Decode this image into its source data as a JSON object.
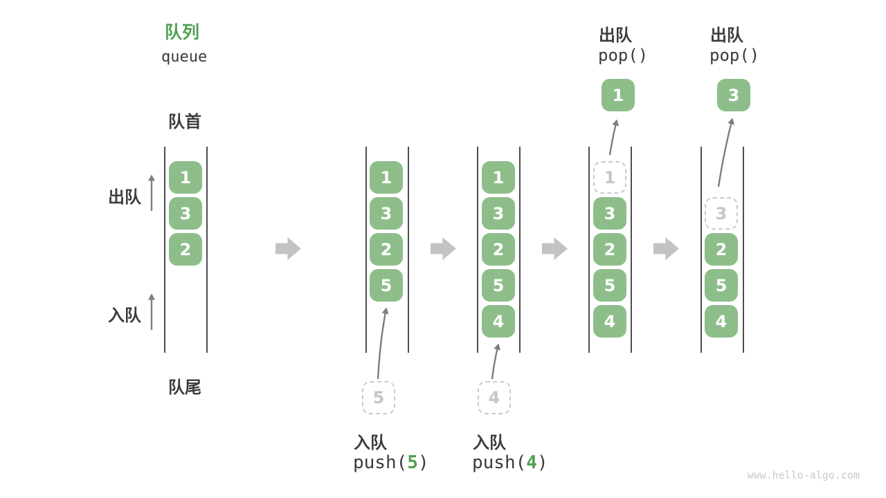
{
  "header": {
    "title_zh": "队列",
    "title_en": "queue"
  },
  "side_labels": {
    "front": "队首",
    "rear": "队尾",
    "dequeue": "出队",
    "enqueue": "入队"
  },
  "watermark": "www.hello-algo.com",
  "colors": {
    "accent_green": "#4fa052",
    "box_green": "#8dbe8a",
    "box_text": "#ffffff",
    "dark_text": "#3c3c3c",
    "block_arrow_gray": "#c3c3c3",
    "thin_arrow_gray": "#7d7d7d",
    "ghost_gray": "#c6c6c6"
  },
  "states": [
    {
      "boxes": [
        "1",
        "3",
        "2"
      ]
    },
    {
      "boxes": [
        "1",
        "3",
        "2",
        "5"
      ],
      "pending": "5",
      "op": {
        "zh": "入队",
        "fn": "push(",
        "arg": "5",
        "close": ")"
      }
    },
    {
      "boxes": [
        "1",
        "3",
        "2",
        "5",
        "4"
      ],
      "pending": "4",
      "op": {
        "zh": "入队",
        "fn": "push(",
        "arg": "4",
        "close": ")"
      }
    },
    {
      "ghost": "1",
      "boxes": [
        "3",
        "2",
        "5",
        "4"
      ],
      "popped": "1",
      "op": {
        "zh": "出队",
        "fn": "pop()"
      }
    },
    {
      "ghost": "3",
      "boxes": [
        "2",
        "5",
        "4"
      ],
      "popped": "3",
      "op": {
        "zh": "出队",
        "fn": "pop()"
      }
    }
  ]
}
